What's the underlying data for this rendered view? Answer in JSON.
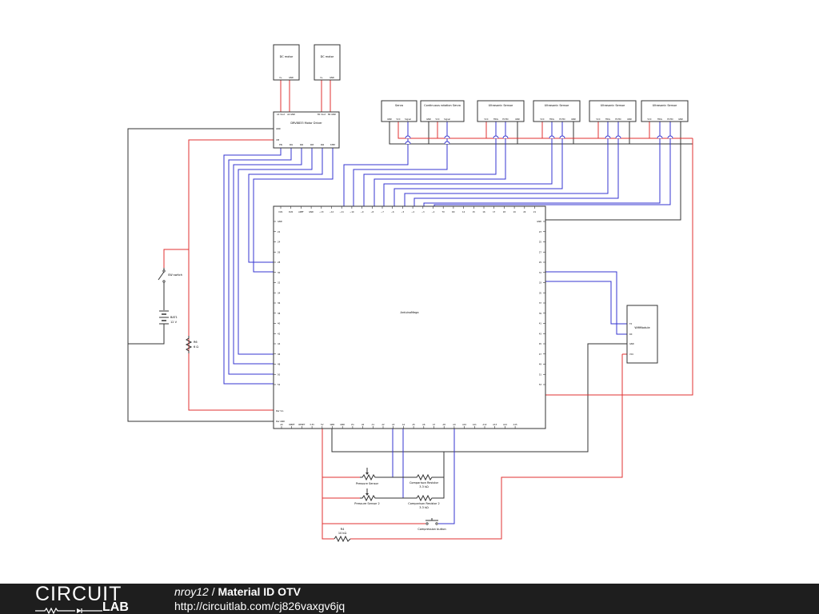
{
  "components": {
    "dc_motor_1": {
      "label": "DC motor",
      "pins": [
        "V+",
        "GND"
      ]
    },
    "dc_motor_2": {
      "label": "DC motor",
      "pins": [
        "V+",
        "GND"
      ]
    },
    "motor_driver": {
      "label": "DRV8833 Motor Driver",
      "top_pins": [
        "A1 Vout",
        "A2 GND",
        "B1 Vout",
        "B2 GND"
      ],
      "left_pins": [
        "GND",
        "VM"
      ],
      "bottom_pins": [
        "EN",
        "IN1",
        "IN2",
        "IN3",
        "IN4",
        "STBY"
      ]
    },
    "servo": {
      "label": "Servo",
      "pins": [
        "GND",
        "VCC",
        "Signal"
      ]
    },
    "cr_servo": {
      "label": "Continuous rotation Servo",
      "pins": [
        "GND",
        "VCC",
        "Signal"
      ]
    },
    "ultrasonic": {
      "label": "Ultrasonic Sensor",
      "pins": [
        "VCC",
        "TRIG",
        "ECHO",
        "GND"
      ]
    },
    "arduino": {
      "label": "ArduinoMega",
      "top_pins": [
        "D21",
        "D20",
        "AREF",
        "GND",
        "~13",
        "~12",
        "~11",
        "~10",
        "~9",
        "~8",
        "~7",
        "~6",
        "~5",
        "~4",
        "~3",
        "~2",
        "TX",
        "RX",
        "14",
        "15",
        "16",
        "17",
        "18",
        "19",
        "20",
        "21"
      ],
      "left_pins": [
        "GND",
        "22",
        "24",
        "26",
        "28",
        "30",
        "32",
        "34",
        "36",
        "38",
        "40",
        "42",
        "44",
        "46",
        "48",
        "50",
        "52"
      ],
      "left_bottom_pins": [
        "Pwr Vin",
        "Pwr GND"
      ],
      "right_pins": [
        "GND",
        "23",
        "25",
        "27",
        "29",
        "31",
        "33",
        "35",
        "37",
        "39",
        "41",
        "43",
        "45",
        "47",
        "49",
        "51",
        "53"
      ],
      "bottom_pins": [
        "A0",
        "IOREF",
        "RESET",
        "3.3V",
        "5V",
        "GND",
        "GND",
        "Vin",
        "A0",
        "A1",
        "A2",
        "A3",
        "A4",
        "A5",
        "A6",
        "A7",
        "A8",
        "A9",
        "A10",
        "A11",
        "A12",
        "A13",
        "A14",
        "A15"
      ]
    },
    "wifi": {
      "label": "WifiModule",
      "pins": [
        "TX",
        "RX",
        "GND",
        "VCC"
      ]
    },
    "switch": {
      "label": "SW switch"
    },
    "battery": {
      "label": "BAT1",
      "value": "12 V"
    },
    "r_load": {
      "label": "R6",
      "value": "6 Ω"
    },
    "pressure_1": {
      "label": "Pressure Sensor"
    },
    "pressure_2": {
      "label": "Pressure Sensor 2"
    },
    "comp_r1": {
      "label": "Comparison Resistor",
      "value": "3.3 kΩ"
    },
    "comp_r2": {
      "label": "Comparison Resistor 2",
      "value": "3.3 kΩ"
    },
    "button": {
      "label": "Compression button"
    },
    "r4": {
      "label": "R4",
      "value": "10 kΩ"
    }
  },
  "colors": {
    "wire_black": "#333333",
    "wire_red": "#e03030",
    "wire_blue": "#3535d0",
    "footer_bg": "#1e1e1e"
  },
  "footer": {
    "logo_top": "CIRCUIT",
    "logo_bottom": "LAB",
    "user": "nroy12",
    "separator": " / ",
    "project": "Material ID OTV",
    "url": "http://circuitlab.com/cj826vaxgv6jq"
  }
}
